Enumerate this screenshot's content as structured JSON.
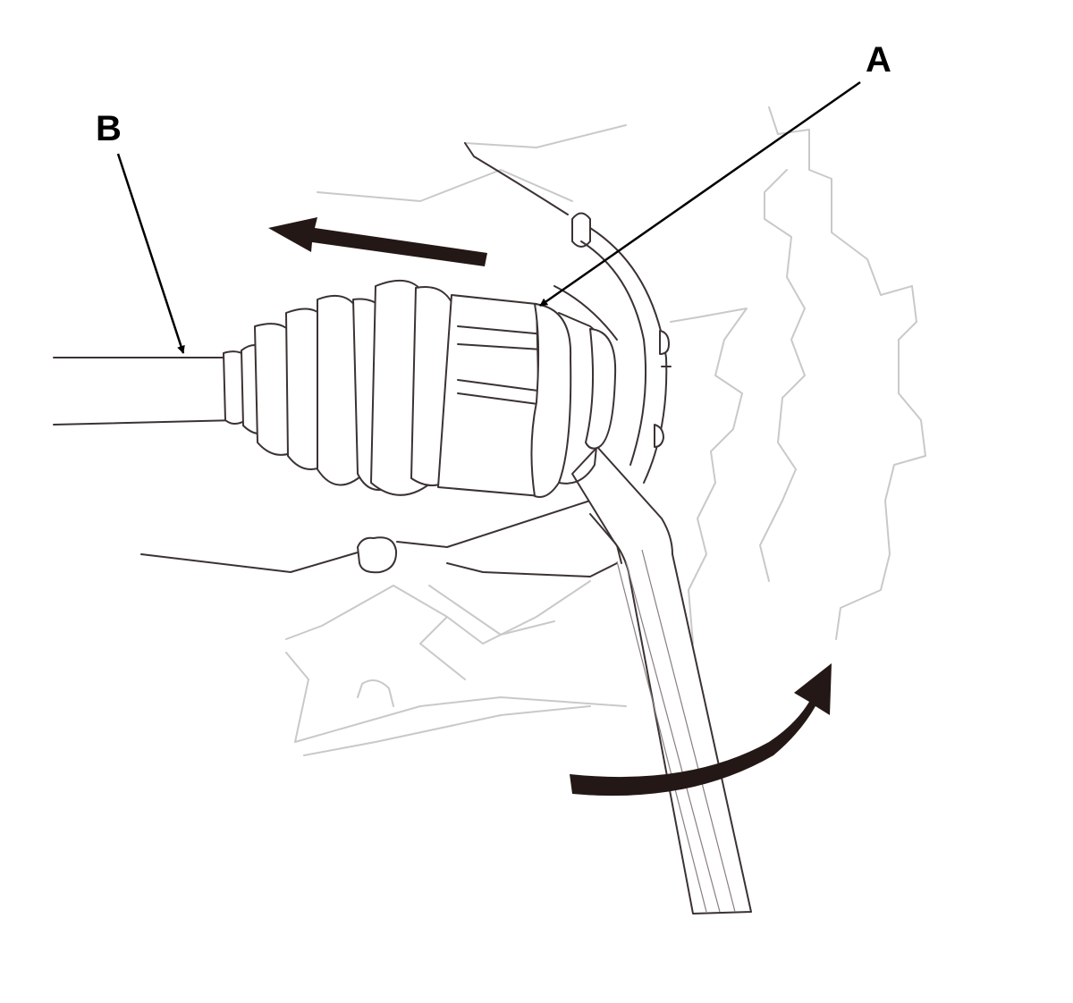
{
  "callouts": [
    {
      "id": "A",
      "label": "A"
    },
    {
      "id": "B",
      "label": "B"
    }
  ],
  "colors": {
    "line": "#3c3232",
    "background_part": "#c9c9c9",
    "arrow": "#231815",
    "label": "#000000"
  }
}
